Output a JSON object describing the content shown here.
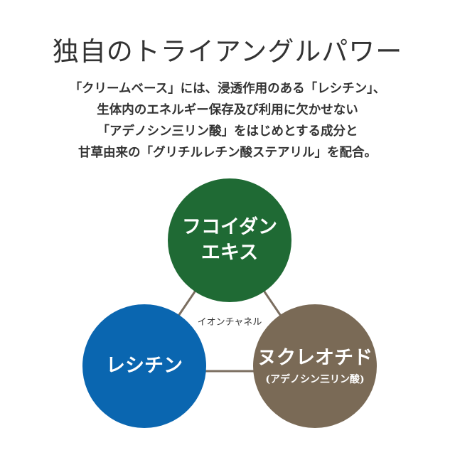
{
  "title": "独自のトライアングルパワー",
  "description": [
    "「クリームベース」には、浸透作用のある「レシチン」、",
    "生体内のエネルギー保存及び利用に欠かせない",
    "「アデノシン三リン酸」をはじめとする成分と",
    "甘草由来の「グリチルレチン酸ステアリル」を配合。"
  ],
  "diagram": {
    "center_label": "イオンチャネル",
    "nodes": [
      {
        "lines": [
          "フコイダン",
          "エキス"
        ],
        "sub": "",
        "color": "#1f6a34"
      },
      {
        "lines": [
          "レシチン"
        ],
        "sub": "",
        "color": "#0a66b0"
      },
      {
        "lines": [
          "ヌクレオチド"
        ],
        "sub": "(アデノシン三リン酸)",
        "color": "#7a6a56"
      }
    ],
    "line_color": "#7b6e60"
  }
}
